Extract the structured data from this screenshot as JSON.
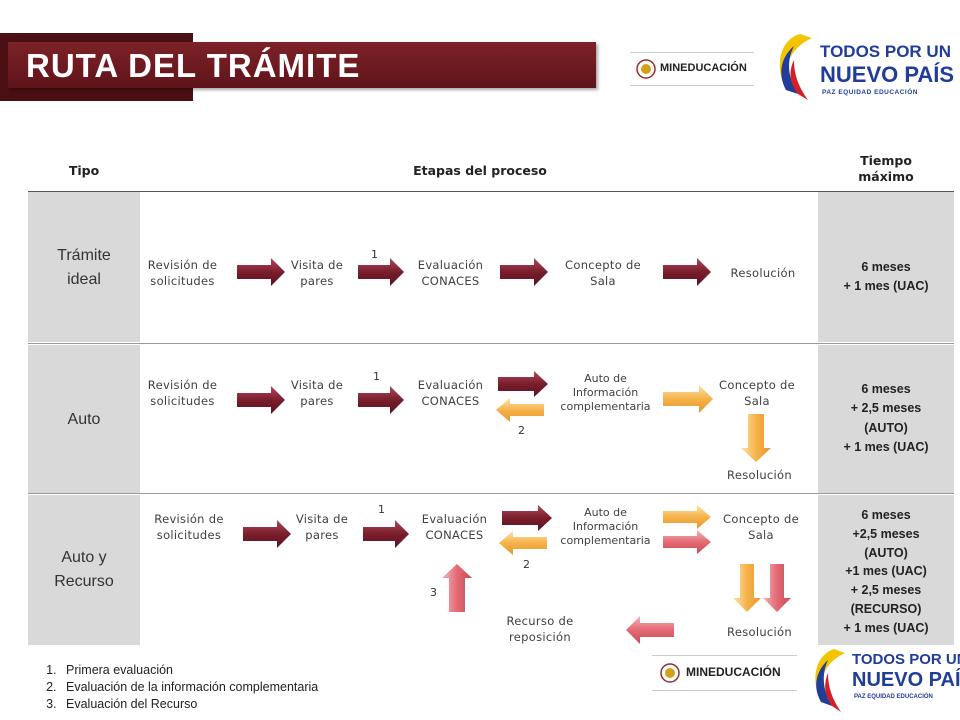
{
  "header": {
    "title": "RUTA DEL TRÁMITE"
  },
  "logos": {
    "mineducacion": "MINEDUCACIÓN",
    "todos_line1": "TODOS POR UN",
    "todos_line2": "NUEVO PAÍS",
    "todos_line3": "PAZ  EQUIDAD  EDUCACIÓN"
  },
  "table": {
    "col_tipo": "Tipo",
    "col_etapas": "Etapas  del proceso",
    "col_tiempo_1": "Tiempo",
    "col_tiempo_2": "máximo"
  },
  "rows": {
    "ideal": {
      "label_1": "Trámite",
      "label_2": "ideal",
      "revision_1": "Revisión  de",
      "revision_2": "solicitudes",
      "visita_1": "Visita  de",
      "visita_2": "pares",
      "step1": "1",
      "eval_1": "Evaluación",
      "eval_2": "CONACES",
      "concepto_1": "Concepto  de",
      "concepto_2": "Sala",
      "resolucion": "Resolución",
      "time": [
        "6 meses",
        "+ 1 mes (UAC)"
      ]
    },
    "auto": {
      "label": "Auto",
      "revision_1": "Revisión  de",
      "revision_2": "solicitudes",
      "visita_1": "Visita  de",
      "visita_2": "pares",
      "step1": "1",
      "eval_1": "Evaluación",
      "eval_2": "CONACES",
      "info_1": "Auto de",
      "info_2": "Información",
      "info_3": "complementaria",
      "step2": "2",
      "concepto_1": "Concepto  de",
      "concepto_2": "Sala",
      "resolucion": "Resolución",
      "time": [
        "6 meses",
        "+ 2,5 meses",
        "(AUTO)",
        "+ 1 mes (UAC)"
      ]
    },
    "recurso": {
      "label_1": "Auto y",
      "label_2": "Recurso",
      "revision_1": "Revisión  de",
      "revision_2": "solicitudes",
      "visita_1": "Visita  de",
      "visita_2": "pares",
      "step1": "1",
      "eval_1": "Evaluación",
      "eval_2": "CONACES",
      "info_1": "Auto de",
      "info_2": "Información",
      "info_3": "complementaria",
      "step2": "2",
      "step3": "3",
      "concepto_1": "Concepto  de",
      "concepto_2": "Sala",
      "recurso_1": "Recurso  de",
      "recurso_2": "reposición",
      "resolucion": "Resolución",
      "time": [
        "6 meses",
        "+2,5 meses",
        "(AUTO)",
        "+1 mes (UAC)",
        "+ 2,5 meses",
        "(RECURSO)",
        "+ 1 mes (UAC)"
      ]
    }
  },
  "footnotes": [
    "Primera evaluación",
    "Evaluación de la información complementaria",
    "Evaluación del Recurso"
  ],
  "colors": {
    "banner": "#6b1a1f",
    "banner_dark": "#4a0f13",
    "arrow_maroon": "#7a1d2c",
    "arrow_orange": "#f6b24a",
    "arrow_pink": "#e36a74",
    "grey_cell": "#d9d9d9"
  }
}
